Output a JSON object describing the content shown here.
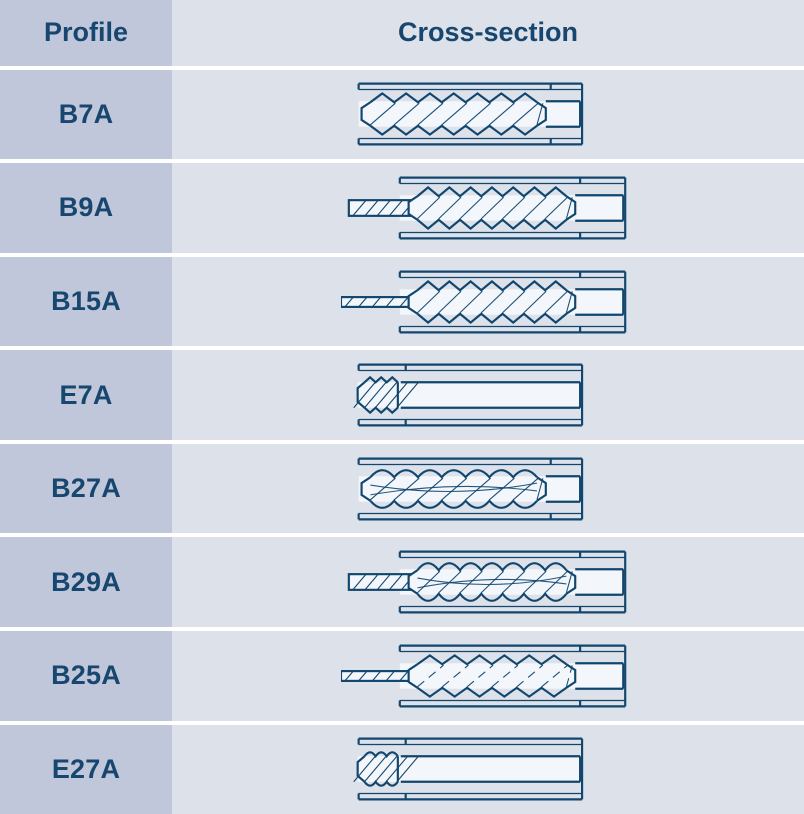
{
  "table": {
    "columns": [
      {
        "key": "profile",
        "label": "Profile"
      },
      {
        "key": "cross_section",
        "label": "Cross-section"
      }
    ],
    "colors": {
      "profile_cell_bg": "#c0c7da",
      "section_cell_bg": "#dde1e9",
      "text": "#17466f",
      "line": "#11466e",
      "grid_gap": "#ffffff",
      "fill": "#f3f6fa"
    },
    "rows": [
      {
        "profile": "B7A",
        "drawing": {
          "id": "b7a",
          "style": "zigzag-straight",
          "stem": "none",
          "core_start": 18,
          "core_end": 200,
          "tube_end": 246,
          "teeth": 7,
          "description": "Tube with straight zigzag core, no stem"
        }
      },
      {
        "profile": "B9A",
        "drawing": {
          "id": "b9a",
          "style": "zigzag-straight",
          "stem": "wide",
          "core_start": 58,
          "core_end": 230,
          "tube_end": 290,
          "teeth": 7,
          "description": "Tube with straight zigzag core and wide tapered stem"
        }
      },
      {
        "profile": "B15A",
        "drawing": {
          "id": "b15a",
          "style": "zigzag-straight",
          "stem": "thin",
          "core_start": 58,
          "core_end": 230,
          "tube_end": 290,
          "teeth": 7,
          "description": "Tube with straight zigzag core and thin long stem"
        }
      },
      {
        "profile": "E7A",
        "drawing": {
          "id": "e7a",
          "style": "plug-hatch",
          "stem": "none",
          "core_start": 10,
          "core_end": 52,
          "tube_end": 246,
          "teeth": 3,
          "description": "Long empty tube with short hatched plug at left end"
        }
      },
      {
        "profile": "B27A",
        "drawing": {
          "id": "b27a",
          "style": "wave-curved",
          "stem": "none",
          "core_start": 18,
          "core_end": 200,
          "tube_end": 246,
          "teeth": 7,
          "description": "Tube with curved wave core, no stem"
        }
      },
      {
        "profile": "B29A",
        "drawing": {
          "id": "b29a",
          "style": "wave-curved",
          "stem": "wide",
          "core_start": 58,
          "core_end": 230,
          "tube_end": 290,
          "teeth": 7,
          "description": "Tube with curved wave core and wide tapered stem"
        }
      },
      {
        "profile": "B25A",
        "drawing": {
          "id": "b25a",
          "style": "scallop-dash",
          "stem": "thin",
          "core_start": 58,
          "core_end": 230,
          "tube_end": 290,
          "teeth": 6,
          "description": "Tube with scalloped core, dashed diagonals and thin stem"
        }
      },
      {
        "profile": "E27A",
        "drawing": {
          "id": "e27a",
          "style": "plug-hatch-wave",
          "stem": "none",
          "core_start": 10,
          "core_end": 52,
          "tube_end": 246,
          "teeth": 3,
          "description": "Long empty tube with short wavy hatched plug at left end"
        }
      }
    ]
  }
}
